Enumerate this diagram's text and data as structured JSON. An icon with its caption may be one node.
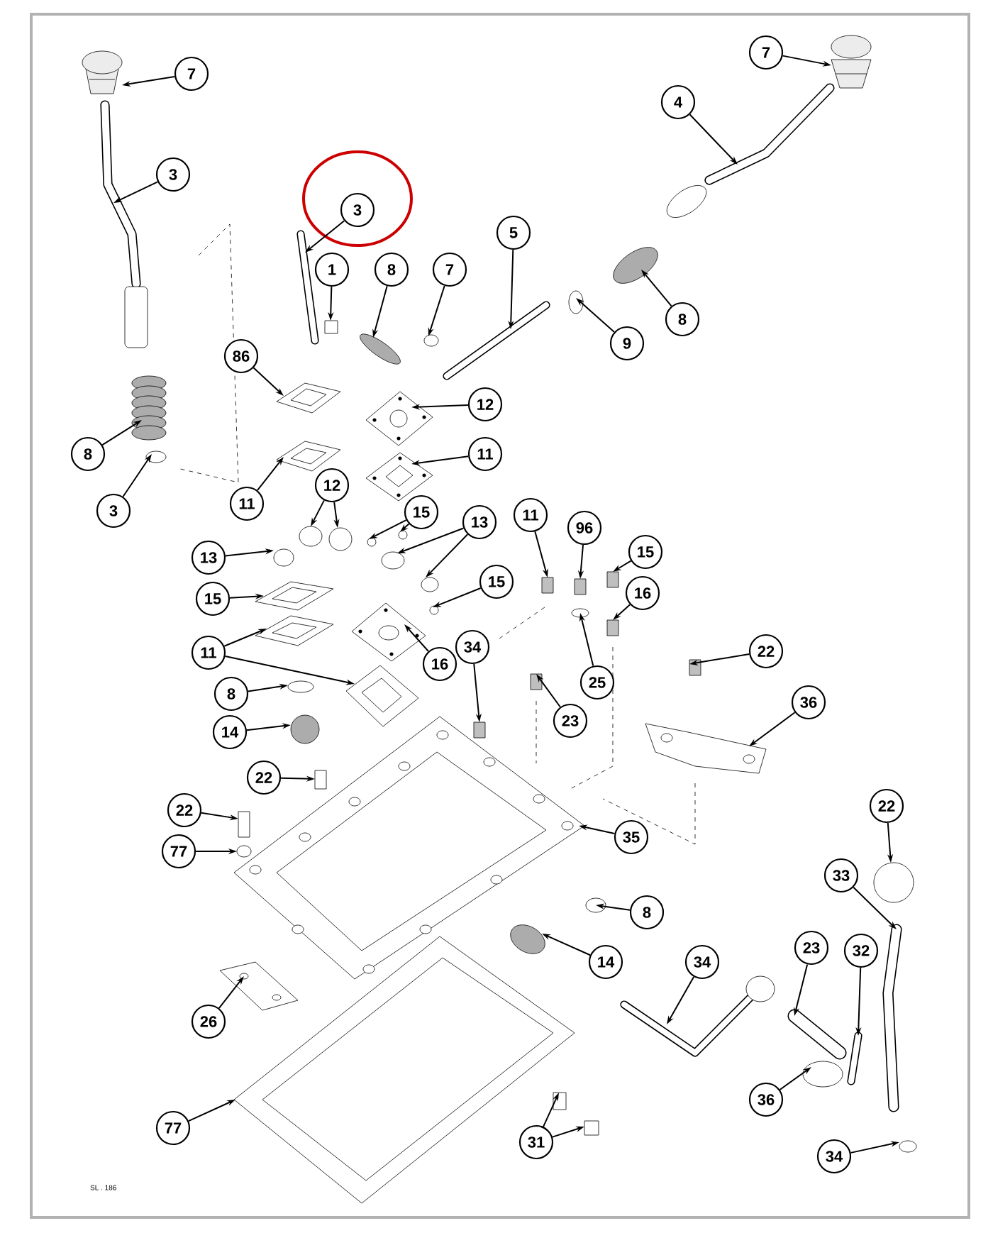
{
  "diagram": {
    "nodes": [
      {
        "text": [
          "7"
        ]
      },
      {
        "text": [
          "3"
        ]
      },
      {
        "text": [
          "3"
        ]
      },
      {
        "text": [
          "1"
        ]
      },
      {
        "text": [
          "8"
        ]
      },
      {
        "text": [
          "7"
        ]
      },
      {
        "text": [
          "86"
        ]
      },
      {
        "text": [
          "12"
        ]
      },
      {
        "text": [
          "11"
        ]
      },
      {
        "text": [
          "8"
        ]
      },
      {
        "text": [
          "3"
        ]
      },
      {
        "text": [
          "11"
        ]
      },
      {
        "text": [
          "12"
        ]
      },
      {
        "text": [
          "15"
        ]
      },
      {
        "text": [
          "13"
        ]
      },
      {
        "text": [
          "13"
        ]
      },
      {
        "text": [
          "15"
        ]
      },
      {
        "text": [
          "15"
        ]
      },
      {
        "text": [
          "11"
        ]
      },
      {
        "text": [
          "16"
        ]
      },
      {
        "text": [
          "8"
        ]
      },
      {
        "text": [
          "14"
        ]
      },
      {
        "text": [
          "34"
        ]
      },
      {
        "text": [
          "22"
        ]
      },
      {
        "text": [
          "22"
        ]
      },
      {
        "text": [
          "77"
        ]
      },
      {
        "text": [
          "11"
        ]
      },
      {
        "text": [
          "96"
        ]
      },
      {
        "text": [
          "15"
        ]
      },
      {
        "text": [
          "16"
        ]
      },
      {
        "text": [
          "25"
        ]
      },
      {
        "text": [
          "23"
        ]
      },
      {
        "text": [
          "22"
        ]
      },
      {
        "text": [
          "36"
        ]
      },
      {
        "text": [
          "35"
        ]
      },
      {
        "text": [
          "8"
        ]
      },
      {
        "text": [
          "14"
        ]
      },
      {
        "text": [
          "34"
        ]
      },
      {
        "text": [
          "22"
        ]
      },
      {
        "text": [
          "33"
        ]
      },
      {
        "text": [
          "23"
        ]
      },
      {
        "text": [
          "32"
        ]
      },
      {
        "text": [
          "36"
        ]
      },
      {
        "text": [
          "34"
        ]
      },
      {
        "text": [
          "26"
        ]
      },
      {
        "text": [
          "77"
        ]
      },
      {
        "text": [
          "31"
        ]
      },
      {
        "text": [
          "9"
        ]
      },
      {
        "text": [
          "8"
        ]
      },
      {
        "text": [
          "5"
        ]
      },
      {
        "text": [
          "4"
        ]
      },
      {
        "text": [
          "7"
        ]
      },
      {
        "text": [],
        "shape": "picture"
      },
      {
        "text": [],
        "shape": "picture"
      },
      {
        "text": [],
        "shape": "picture"
      },
      {
        "text": [],
        "shape": "box"
      },
      {
        "text": [],
        "shape": "circle"
      },
      {
        "text": [],
        "shape": "circle"
      },
      {
        "text": [],
        "shape": "picture"
      },
      {
        "text": [],
        "shape": "picture"
      },
      {
        "text": [],
        "shape": "picture"
      },
      {
        "text": [],
        "shape": "picture"
      },
      {
        "text": [],
        "shape": "circle"
      },
      {
        "text": [],
        "shape": "picture"
      },
      {
        "text": [],
        "shape": "circle"
      },
      {
        "text": [],
        "shape": "circle"
      },
      {
        "text": [],
        "shape": "circle"
      },
      {
        "text": [],
        "shape": "circle"
      },
      {
        "text": [],
        "shape": "circle"
      },
      {
        "text": [],
        "shape": "circle"
      },
      {
        "text": [],
        "shape": "circle"
      },
      {
        "text": [],
        "shape": "picture"
      },
      {
        "text": [],
        "shape": "circle"
      },
      {
        "text": [],
        "shape": "picture"
      },
      {
        "text": [],
        "shape": "picture"
      },
      {
        "text": [],
        "shape": "picture"
      },
      {
        "text": [],
        "shape": "circle"
      },
      {
        "text": [],
        "shape": "circle"
      },
      {
        "text": [],
        "shape": "box"
      },
      {
        "text": [],
        "shape": "box"
      },
      {
        "text": [],
        "shape": "box"
      },
      {
        "text": [],
        "shape": "circle"
      },
      {
        "text": [],
        "shape": "box"
      },
      {
        "text": [],
        "shape": "box"
      },
      {
        "text": [],
        "shape": "box"
      },
      {
        "text": [],
        "shape": "box"
      },
      {
        "text": [],
        "shape": "circle"
      },
      {
        "text": [],
        "shape": "box"
      },
      {
        "text": [],
        "shape": "box"
      },
      {
        "text": [],
        "shape": "picture"
      },
      {
        "text": [],
        "shape": "picture"
      },
      {
        "text": [],
        "shape": "circle"
      },
      {
        "text": [],
        "shape": "circle"
      },
      {
        "text": [],
        "shape": "picture"
      },
      {
        "text": [],
        "shape": "circle"
      },
      {
        "text": [],
        "shape": "picture"
      },
      {
        "text": [],
        "shape": "picture"
      },
      {
        "text": [],
        "shape": "picture"
      },
      {
        "text": [],
        "shape": "circle"
      },
      {
        "text": [],
        "shape": "circle"
      },
      {
        "text": [],
        "shape": "picture"
      },
      {
        "text": [],
        "shape": "picture"
      },
      {
        "text": [],
        "shape": "box"
      },
      {
        "text": [],
        "shape": "box"
      },
      {
        "text": [],
        "shape": "circle"
      },
      {
        "text": [],
        "shape": "circle"
      },
      {
        "text": [],
        "shape": "picture"
      },
      {
        "text": [],
        "shape": "picture"
      },
      {
        "text": [],
        "shape": "picture"
      }
    ],
    "edges": [
      {
        "from": 0,
        "to": 52,
        "arrow": "to"
      },
      {
        "from": 1,
        "to": 53,
        "arrow": "to"
      },
      {
        "from": 2,
        "to": 54,
        "arrow": "to"
      },
      {
        "from": 3,
        "to": 55,
        "arrow": "to"
      },
      {
        "from": 4,
        "to": 56,
        "arrow": "to"
      },
      {
        "from": 5,
        "to": 57,
        "arrow": "to"
      },
      {
        "from": 6,
        "to": 58,
        "arrow": "to"
      },
      {
        "from": 7,
        "to": 59,
        "arrow": "to"
      },
      {
        "from": 8,
        "to": 60,
        "arrow": "to"
      },
      {
        "from": 9,
        "to": 61,
        "arrow": "to"
      },
      {
        "from": 10,
        "to": 62,
        "arrow": "to"
      },
      {
        "from": 11,
        "to": 63,
        "arrow": "to"
      },
      {
        "from": 12,
        "to": 64,
        "arrow": "to"
      },
      {
        "from": 12,
        "to": 65,
        "arrow": "to"
      },
      {
        "from": 13,
        "to": 66,
        "arrow": "to"
      },
      {
        "from": 13,
        "to": 67,
        "arrow": "to"
      },
      {
        "from": 14,
        "to": 68,
        "arrow": "to"
      },
      {
        "from": 14,
        "to": 69,
        "arrow": "to"
      },
      {
        "from": 15,
        "to": 70,
        "arrow": "to"
      },
      {
        "from": 16,
        "to": 71,
        "arrow": "to"
      },
      {
        "from": 17,
        "to": 72,
        "arrow": "to"
      },
      {
        "from": 18,
        "to": 73,
        "arrow": "to"
      },
      {
        "from": 18,
        "to": 74,
        "arrow": "to"
      },
      {
        "from": 19,
        "to": 75,
        "arrow": "to"
      },
      {
        "from": 20,
        "to": 76,
        "arrow": "to"
      },
      {
        "from": 21,
        "to": 77,
        "arrow": "to"
      },
      {
        "from": 22,
        "to": 78,
        "arrow": "to"
      },
      {
        "from": 23,
        "to": 79,
        "arrow": "to"
      },
      {
        "from": 24,
        "to": 80,
        "arrow": "to"
      },
      {
        "from": 25,
        "to": 81,
        "arrow": "to"
      },
      {
        "from": 26,
        "to": 82,
        "arrow": "to"
      },
      {
        "from": 27,
        "to": 83,
        "arrow": "to"
      },
      {
        "from": 28,
        "to": 84,
        "arrow": "to"
      },
      {
        "from": 29,
        "to": 85,
        "arrow": "to"
      },
      {
        "from": 30,
        "to": 86,
        "arrow": "to"
      },
      {
        "from": 31,
        "to": 87,
        "arrow": "to"
      },
      {
        "from": 32,
        "to": 88,
        "arrow": "to"
      },
      {
        "from": 33,
        "to": 89,
        "arrow": "to"
      },
      {
        "from": 34,
        "to": 90,
        "arrow": "to"
      },
      {
        "from": 35,
        "to": 91,
        "arrow": "to"
      },
      {
        "from": 36,
        "to": 92,
        "arrow": "to"
      },
      {
        "from": 37,
        "to": 93,
        "arrow": "to"
      },
      {
        "from": 38,
        "to": 94,
        "arrow": "to"
      },
      {
        "from": 39,
        "to": 95,
        "arrow": "to"
      },
      {
        "from": 40,
        "to": 96,
        "arrow": "to"
      },
      {
        "from": 41,
        "to": 97,
        "arrow": "to"
      },
      {
        "from": 42,
        "to": 98,
        "arrow": "to"
      },
      {
        "from": 43,
        "to": 99,
        "arrow": "to"
      },
      {
        "from": 44,
        "to": 100,
        "arrow": "to"
      },
      {
        "from": 45,
        "to": 101,
        "arrow": "to"
      },
      {
        "from": 46,
        "to": 102,
        "arrow": "to"
      },
      {
        "from": 46,
        "to": 103,
        "arrow": "to"
      },
      {
        "from": 47,
        "to": 104,
        "arrow": "to"
      },
      {
        "from": 48,
        "to": 105,
        "arrow": "to"
      },
      {
        "from": 49,
        "to": 106,
        "arrow": "to"
      },
      {
        "from": 50,
        "to": 107,
        "arrow": "to"
      },
      {
        "from": 51,
        "to": 108,
        "arrow": "to"
      }
    ],
    "labels": [
      "SL . 186"
    ]
  }
}
